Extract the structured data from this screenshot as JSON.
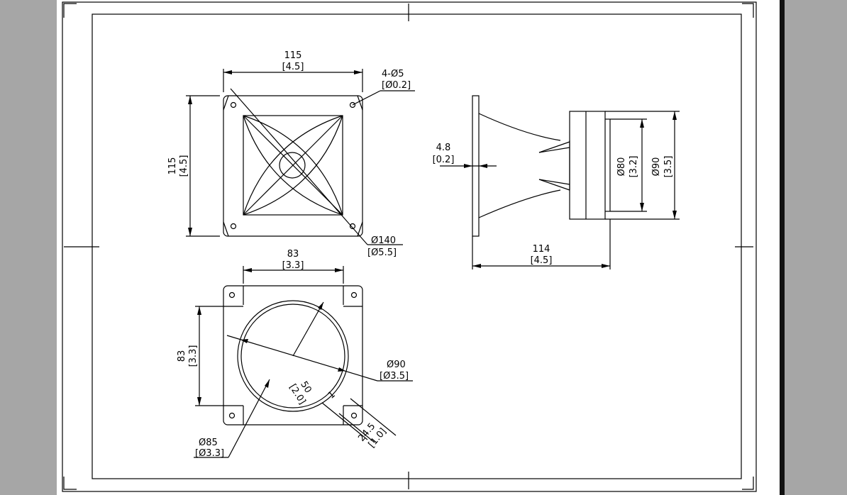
{
  "drawing": {
    "front_view": {
      "width_mm": "115",
      "width_in": "[4.5]",
      "height_mm": "115",
      "height_in": "[4.5]",
      "holes_mm": "4-Ø5",
      "holes_in": "[Ø0.2]",
      "bolt_circle_mm": "Ø140",
      "bolt_circle_in": "[Ø5.5]"
    },
    "side_view": {
      "flange_thickness_mm": "4.8",
      "flange_thickness_in": "[0.2]",
      "depth_mm": "114",
      "depth_in": "[4.5]",
      "inner_diameter_mm": "Ø80",
      "inner_diameter_in": "[3.2]",
      "outer_diameter_mm": "Ø90",
      "outer_diameter_in": "[3.5]"
    },
    "rear_view": {
      "width_mm": "83",
      "width_in": "[3.3]",
      "height_mm": "83",
      "height_in": "[3.3]",
      "magnet_diameter_mm": "Ø90",
      "magnet_diameter_in": "[Ø3.5]",
      "radius_mm": "50",
      "radius_in": "[2.0]",
      "offset_mm": "24.5",
      "offset_in": "[1.0]",
      "small_mm": "1",
      "small_in": "[]",
      "inner_diameter_mm": "Ø85",
      "inner_diameter_in": "[Ø3.3]"
    }
  },
  "colors": {
    "background": "#a6a6a6",
    "paper": "#ffffff",
    "ink": "#000000"
  }
}
